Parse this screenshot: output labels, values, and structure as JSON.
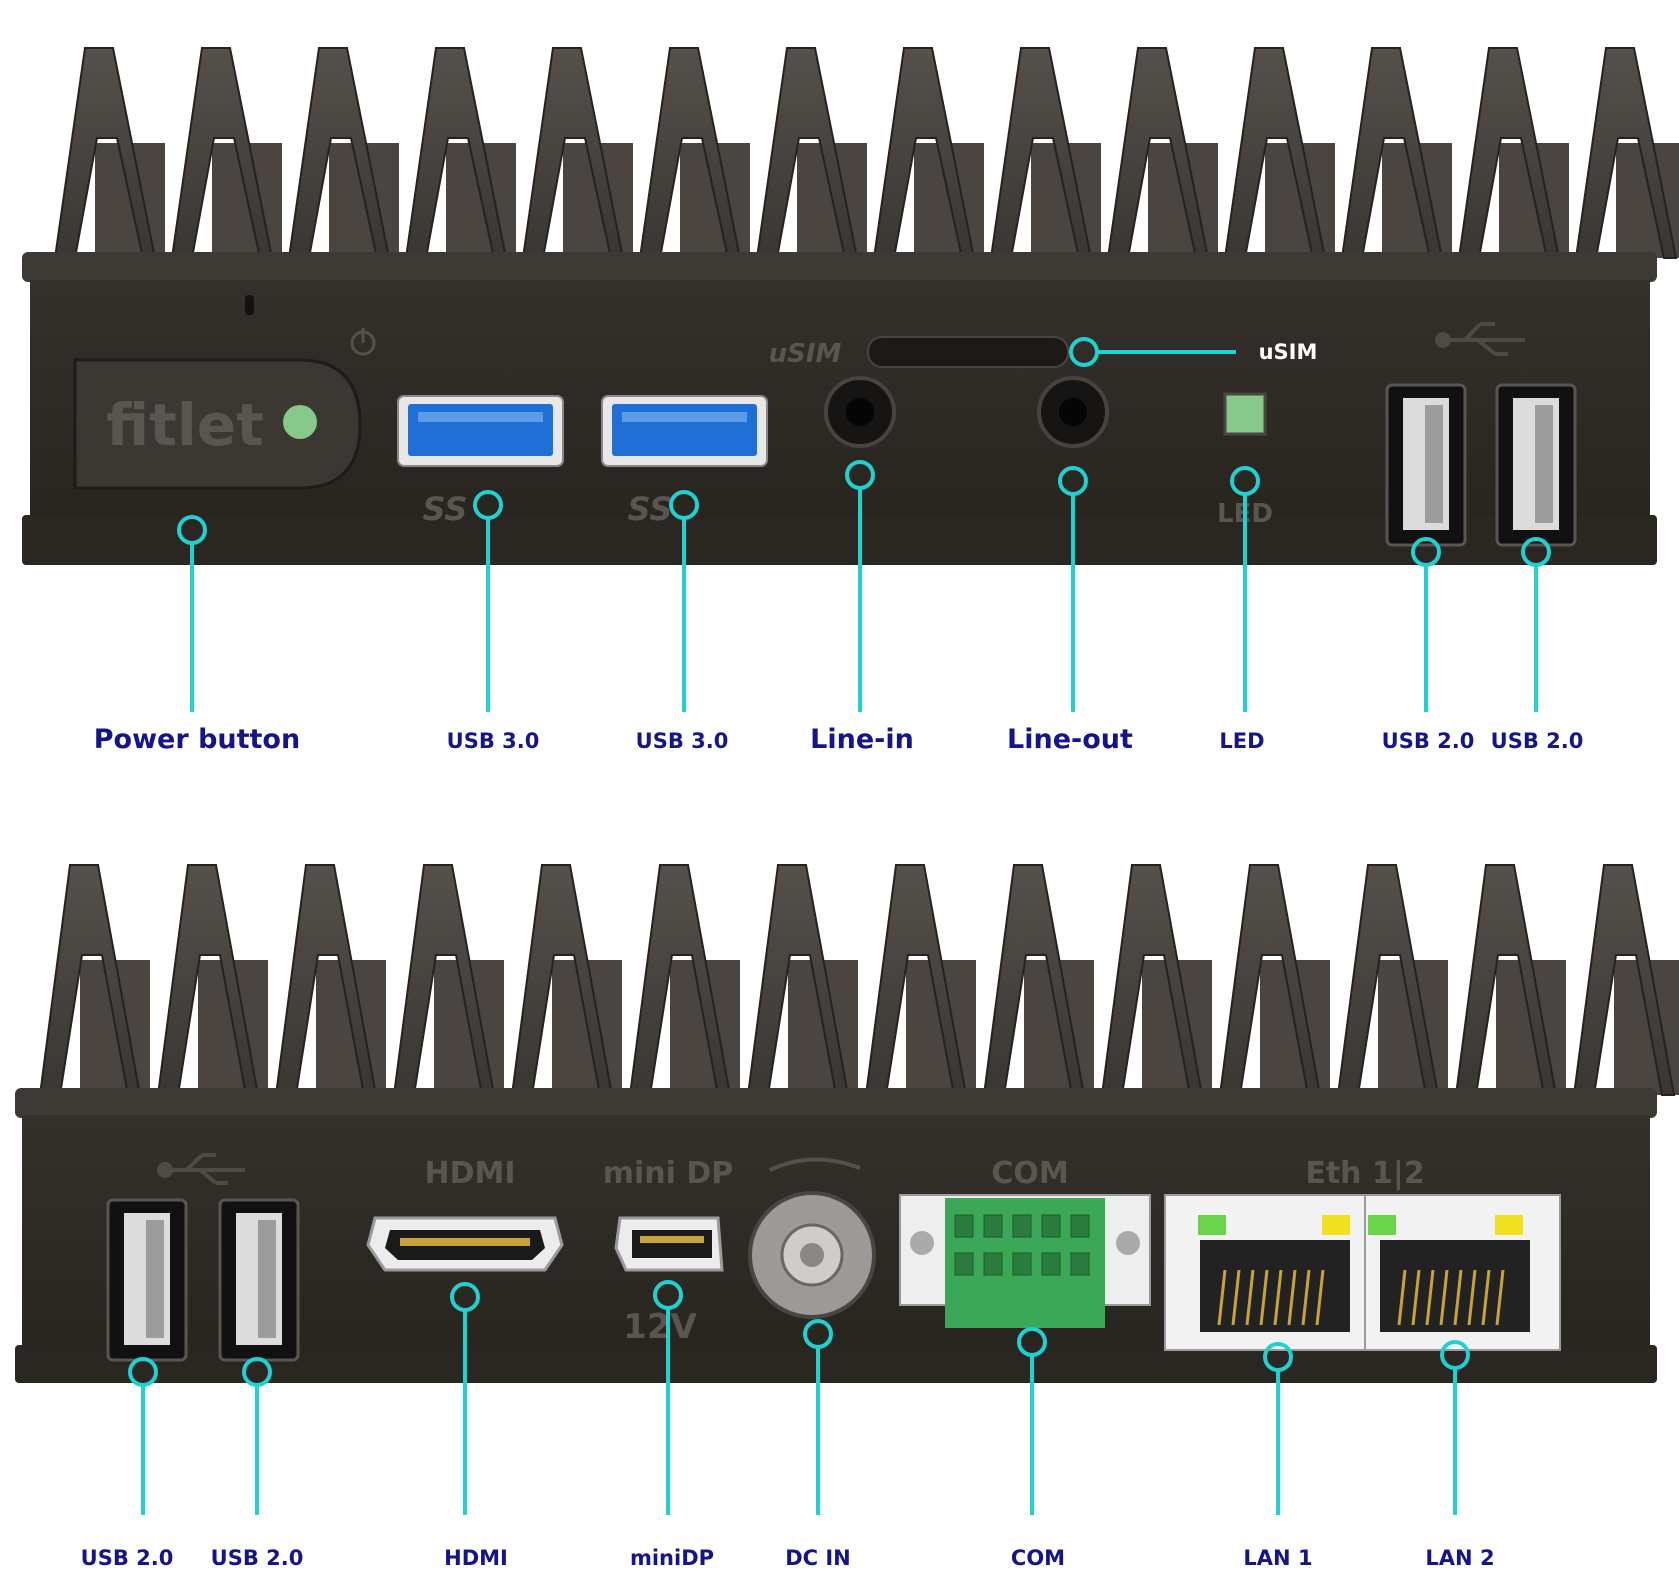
{
  "front": {
    "usim_panel_text": "uSIM",
    "usim_callout": "uSIM",
    "led_panel_text": "LED",
    "ss_mark": "SS",
    "brand": "fitlet",
    "labels": {
      "power_button": "Power button",
      "usb3_a": "USB 3.0",
      "usb3_b": "USB 3.0",
      "line_in": "Line-in",
      "line_out": "Line-out",
      "led": "LED",
      "usb2_a": "USB 2.0",
      "usb2_b": "USB 2.0"
    }
  },
  "back": {
    "panel_text": {
      "hdmi": "HDMI",
      "minidp": "mini DP",
      "com": "COM",
      "eth": "Eth 1|2",
      "voltage": "12V"
    },
    "labels": {
      "usb2_a": "USB 2.0",
      "usb2_b": "USB 2.0",
      "hdmi": "HDMI",
      "minidp": "miniDP",
      "dc_in": "DC IN",
      "com": "COM",
      "lan1": "LAN 1",
      "lan2": "LAN 2"
    }
  },
  "colors": {
    "callout": "#1ed2d2",
    "label_text": "#14148c",
    "device_body": "#2e2b28",
    "usb3_blue": "#1f6fd6",
    "led_green": "#86c98a",
    "com_green": "#3aa856"
  }
}
